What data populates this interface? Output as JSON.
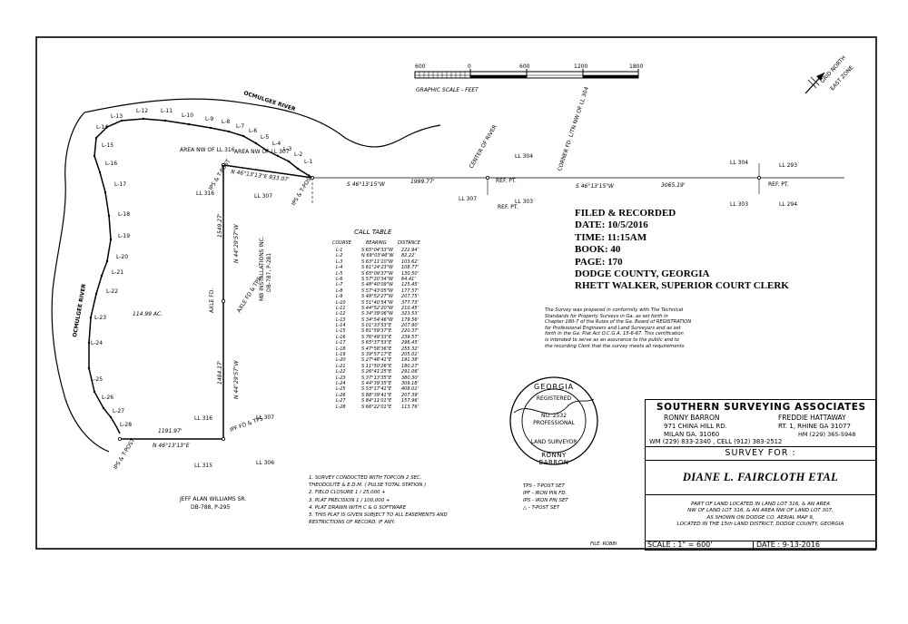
{
  "scale_bar": {
    "ticks": [
      "600",
      "0",
      "600",
      "1200",
      "1800"
    ],
    "caption": "GRAPHIC SCALE - FEET"
  },
  "north": {
    "grid": "GRID NORTH",
    "zone": "EAST ZONE"
  },
  "rivers": {
    "top": "OCMULGEE RIVER",
    "left": "OCMULGEE RIVER"
  },
  "acreage": "114.99 AC.",
  "lines": [
    "L-1",
    "L-2",
    "L-3",
    "L-4",
    "L-5",
    "L-6",
    "L-7",
    "L-8",
    "L-9",
    "L-10",
    "L-11",
    "L-12",
    "L-13",
    "L-14",
    "L-15",
    "L-16",
    "L-17",
    "L-18",
    "L-19",
    "L-20",
    "L-21",
    "L-22",
    "L-23",
    "L-24",
    "L-25",
    "L-26",
    "L-27",
    "L-28"
  ],
  "bearings": {
    "north_line": "N 46°13'13\"E  933.07'",
    "mid_line": "S 46°13'15\"W",
    "mid_dist": "1999.77'",
    "right_line": "S 46°13'15\"W",
    "right_dist": "3065.19'",
    "bottom_line": "N 46°13'13\"E",
    "bottom_dist": "1191.97'",
    "upper_vert": "N 44°29'57\"W",
    "upper_vert_dist": "1549.27'",
    "lower_vert": "N 44°29'57\"W",
    "lower_vert_dist": "1484.17'"
  },
  "lot_labels": {
    "area_316": "AREA NW OF LL 316",
    "area_307": "AREA NW OF LL 307",
    "ll_316_a": "LL 316",
    "ll_307_a": "LL 307",
    "ll_307_b": "LL 307",
    "ll_303_a": "LL 303",
    "ll_304_a": "LL 304",
    "ll_304_b": "LL 304",
    "ll_293": "LL 293",
    "ll_303_b": "LL 303",
    "ll_294": "LL 294",
    "ll_316_b": "LL 316",
    "ll_307_c": "LL 307",
    "ll_315": "LL 315",
    "ll_306": "LL 306"
  },
  "monuments": {
    "ipf_tpost_1": "IPS & T-POST",
    "ipf_tpost_2": "IPS & T-POST",
    "ipf_tpost_3": "IPS & T-POST",
    "axle_fd": "AXLE FD.",
    "axle_tps": "AXLE FD & TPS",
    "ipf_tps": "IPF FD & TPS",
    "ref_pt_1": "REF. PT.",
    "ref_pt_2": "REF. PT.",
    "ref_pt_3": "REF. PT.",
    "center_river": "CENTER OF RIVER",
    "corner_fd": "CORNER FD. L/TN NW OF LL 304"
  },
  "adjoiners": {
    "east": "MB INSTALLATIONS INC.",
    "east_db": "DB-787, P-281",
    "south": "JEFF ALAN WILLIAMS SR.",
    "south_db": "DB-788, P-295"
  },
  "call_table": {
    "title": "CALL TABLE",
    "headers": [
      "COURSE",
      "BEARING",
      "DISTANCE"
    ],
    "rows": [
      [
        "L-1",
        "S 65°04'33\"W",
        "222.94'"
      ],
      [
        "L-2",
        "N 69°03'46\"W",
        "82.22'"
      ],
      [
        "L-3",
        "S 63°11'10\"W",
        "103.62'"
      ],
      [
        "L-4",
        "S 61°24'23\"W",
        "108.77'"
      ],
      [
        "L-5",
        "S 65°09'37\"W",
        "130.50'"
      ],
      [
        "L-6",
        "S 57°20'34\"W",
        "64.41'"
      ],
      [
        "L-7",
        "S 48°40'09\"W",
        "125.45'"
      ],
      [
        "L-8",
        "S 57°43'05\"W",
        "177.57'"
      ],
      [
        "L-9",
        "S 48°52'27\"W",
        "207.75'"
      ],
      [
        "L-10",
        "S 51°40'54\"W",
        "377.73'"
      ],
      [
        "L-11",
        "S 44°52'20\"W",
        "210.45'"
      ],
      [
        "L-12",
        "S 34°39'06\"W",
        "323.53'"
      ],
      [
        "L-13",
        "S 34°54'46\"W",
        "179.56'"
      ],
      [
        "L-14",
        "S 01°33'53\"E",
        "207.90'"
      ],
      [
        "L-15",
        "S 81°59'37\"E",
        "220.37'"
      ],
      [
        "L-16",
        "S 76°49'33\"E",
        "239.57'"
      ],
      [
        "L-17",
        "S 65°37'53\"E",
        "296.45'"
      ],
      [
        "L-18",
        "S 47°58'36\"E",
        "255.32'"
      ],
      [
        "L-19",
        "S 39°57'17\"E",
        "205.01'"
      ],
      [
        "L-20",
        "S 27°46'41\"E",
        "191.38'"
      ],
      [
        "L-21",
        "S 11°50'26\"E",
        "180.27'"
      ],
      [
        "L-22",
        "S 26°41'25\"E",
        "291.06'"
      ],
      [
        "L-23",
        "S 37°13'35\"E",
        "380.30'"
      ],
      [
        "L-24",
        "S 44°39'35\"E",
        "309.18'"
      ],
      [
        "L-25",
        "S 53°17'41\"E",
        "408.01'"
      ],
      [
        "L-26",
        "S 88°39'41\"E",
        "207.39'"
      ],
      [
        "L-27",
        "S 84°11'01\"E",
        "157.96'"
      ],
      [
        "L-28",
        "S 66°22'01\"E",
        "113.76'"
      ]
    ]
  },
  "recording": {
    "filed": "FILED & RECORDED",
    "date": "DATE: 10/5/2016",
    "time": "TIME: 11:15AM",
    "book": "BOOK: 40",
    "page": "PAGE: 170",
    "county": "DODGE COUNTY, GEORGIA",
    "clerk": "RHETT WALKER, SUPERIOR COURT CLERK"
  },
  "certification": [
    "The Survey was prepared in conformity with The Technical",
    "Standards for Property Surveys in Ga. as set forth in",
    "Chapter 180-7 of the Rules of the Ga. Board of REGISTRATION",
    "for Professional Engineers and Land Surveyors and as set",
    "forth in the Ga. Plat Act O.C.G.A. 15-6-67. This certification",
    "is intended to serve as an assurance to the public and to",
    "the recording Clerk that the survey meets all requirements"
  ],
  "seal": {
    "top": "GEORGIA",
    "registered": "REGISTERED",
    "number": "NO. 2532",
    "professional": "PROFESSIONAL",
    "bottom": "LAND SURVEYOR",
    "name": "RONNY BARRON"
  },
  "notes": [
    "1. SURVEY CONDUCTED WITH TOPCON 2 SEC.",
    "   THEODOLITE & E.D.M. ( PULSE TOTAL STATION )",
    "2. FIELD CLOSURE 1 / 25,000 +",
    "3. PLAT PRECISION 1 / 100,000 +",
    "4. PLAT DRAWN WITH C & G SOFTWARE",
    "5. THIS PLAT IS GIVEN SUBJECT TO ALL EASEMENTS AND",
    "   RESTRICTIONS OF RECORD, IF ANY."
  ],
  "legend": [
    "TPS - T-POST SET",
    "IPF - IRON PIN FD.",
    "IPS - IRON PIN SET",
    "△ - T-POST SET"
  ],
  "file": "FILE: ROBBI",
  "title_block": {
    "company": "SOUTHERN SURVEYING ASSOCIATES",
    "left_name": "RONNY BARRON",
    "left_addr1": "971 CHINA HILL RD.",
    "left_addr2": "MILAN GA. 31060",
    "right_name": "FREDDIE HATTAWAY",
    "right_addr1": "RT. 1, RHINE GA 31077",
    "right_hm": "HM (229) 365-5948",
    "phones": "WM (229) 833-2340 , CELL (912) 383-2512",
    "survey_for": "SURVEY  FOR :",
    "client": "DIANE L. FAIRCLOTH ETAL",
    "desc1": "PART OF LAND LOCATED IN LAND LOT 316, & AN AREA",
    "desc2": "NW OF LAND LOT 316, & AN AREA NW OF LAND LOT 307,",
    "desc3": "AS SHOWN ON DODGE CO. AERIAL MAP 9,",
    "desc4": "LOCATED IN THE 15th LAND DISTRICT, DODGE COUNTY, GEORGIA",
    "scale": "SCALE :    1\" = 600'",
    "date": "DATE :   9-13-2016"
  }
}
